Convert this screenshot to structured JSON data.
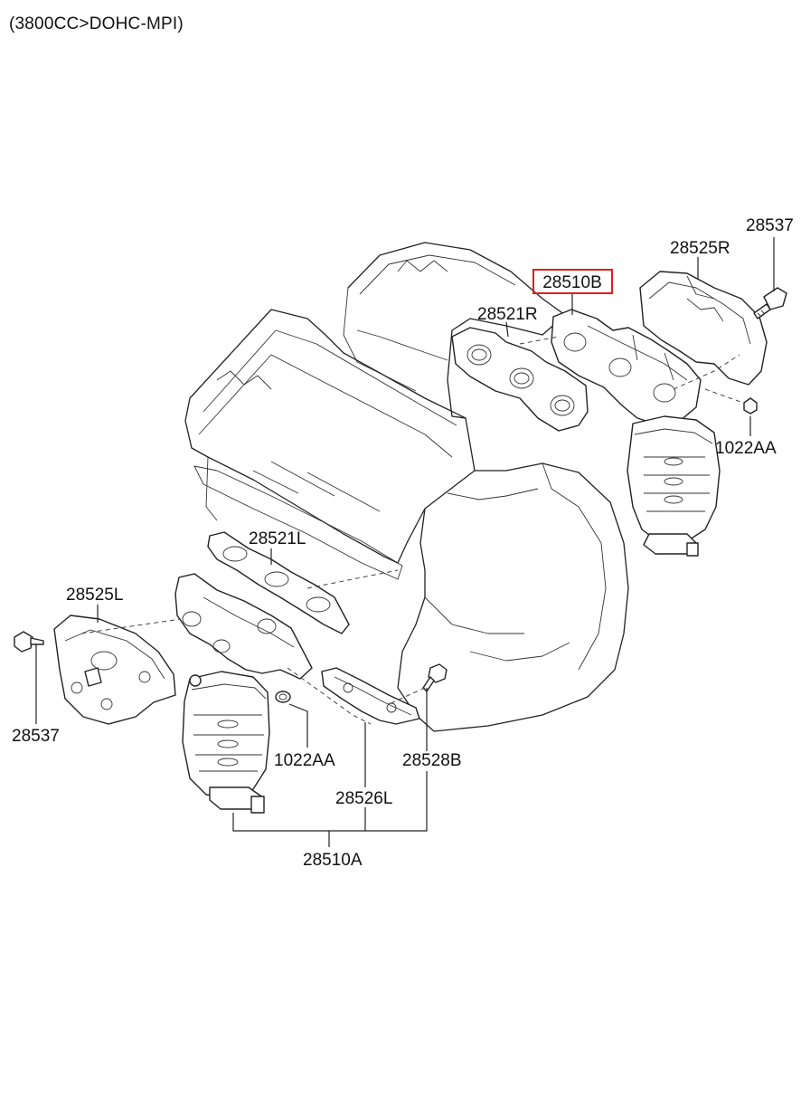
{
  "header": "(3800CC>DOHC-MPI)",
  "parts": {
    "p28510B": "28510B",
    "p28521R": "28521R",
    "p28525R": "28525R",
    "p28537_right": "28537",
    "p1022AA_right": "1022AA",
    "p28521L": "28521L",
    "p28525L": "28525L",
    "p28537_left": "28537",
    "p1022AA_left": "1022AA",
    "p28528B": "28528B",
    "p28526L": "28526L",
    "p28510A": "28510A"
  },
  "highlighted_part": "28510B",
  "colors": {
    "highlight": "#e0201c",
    "line": "#222222"
  }
}
